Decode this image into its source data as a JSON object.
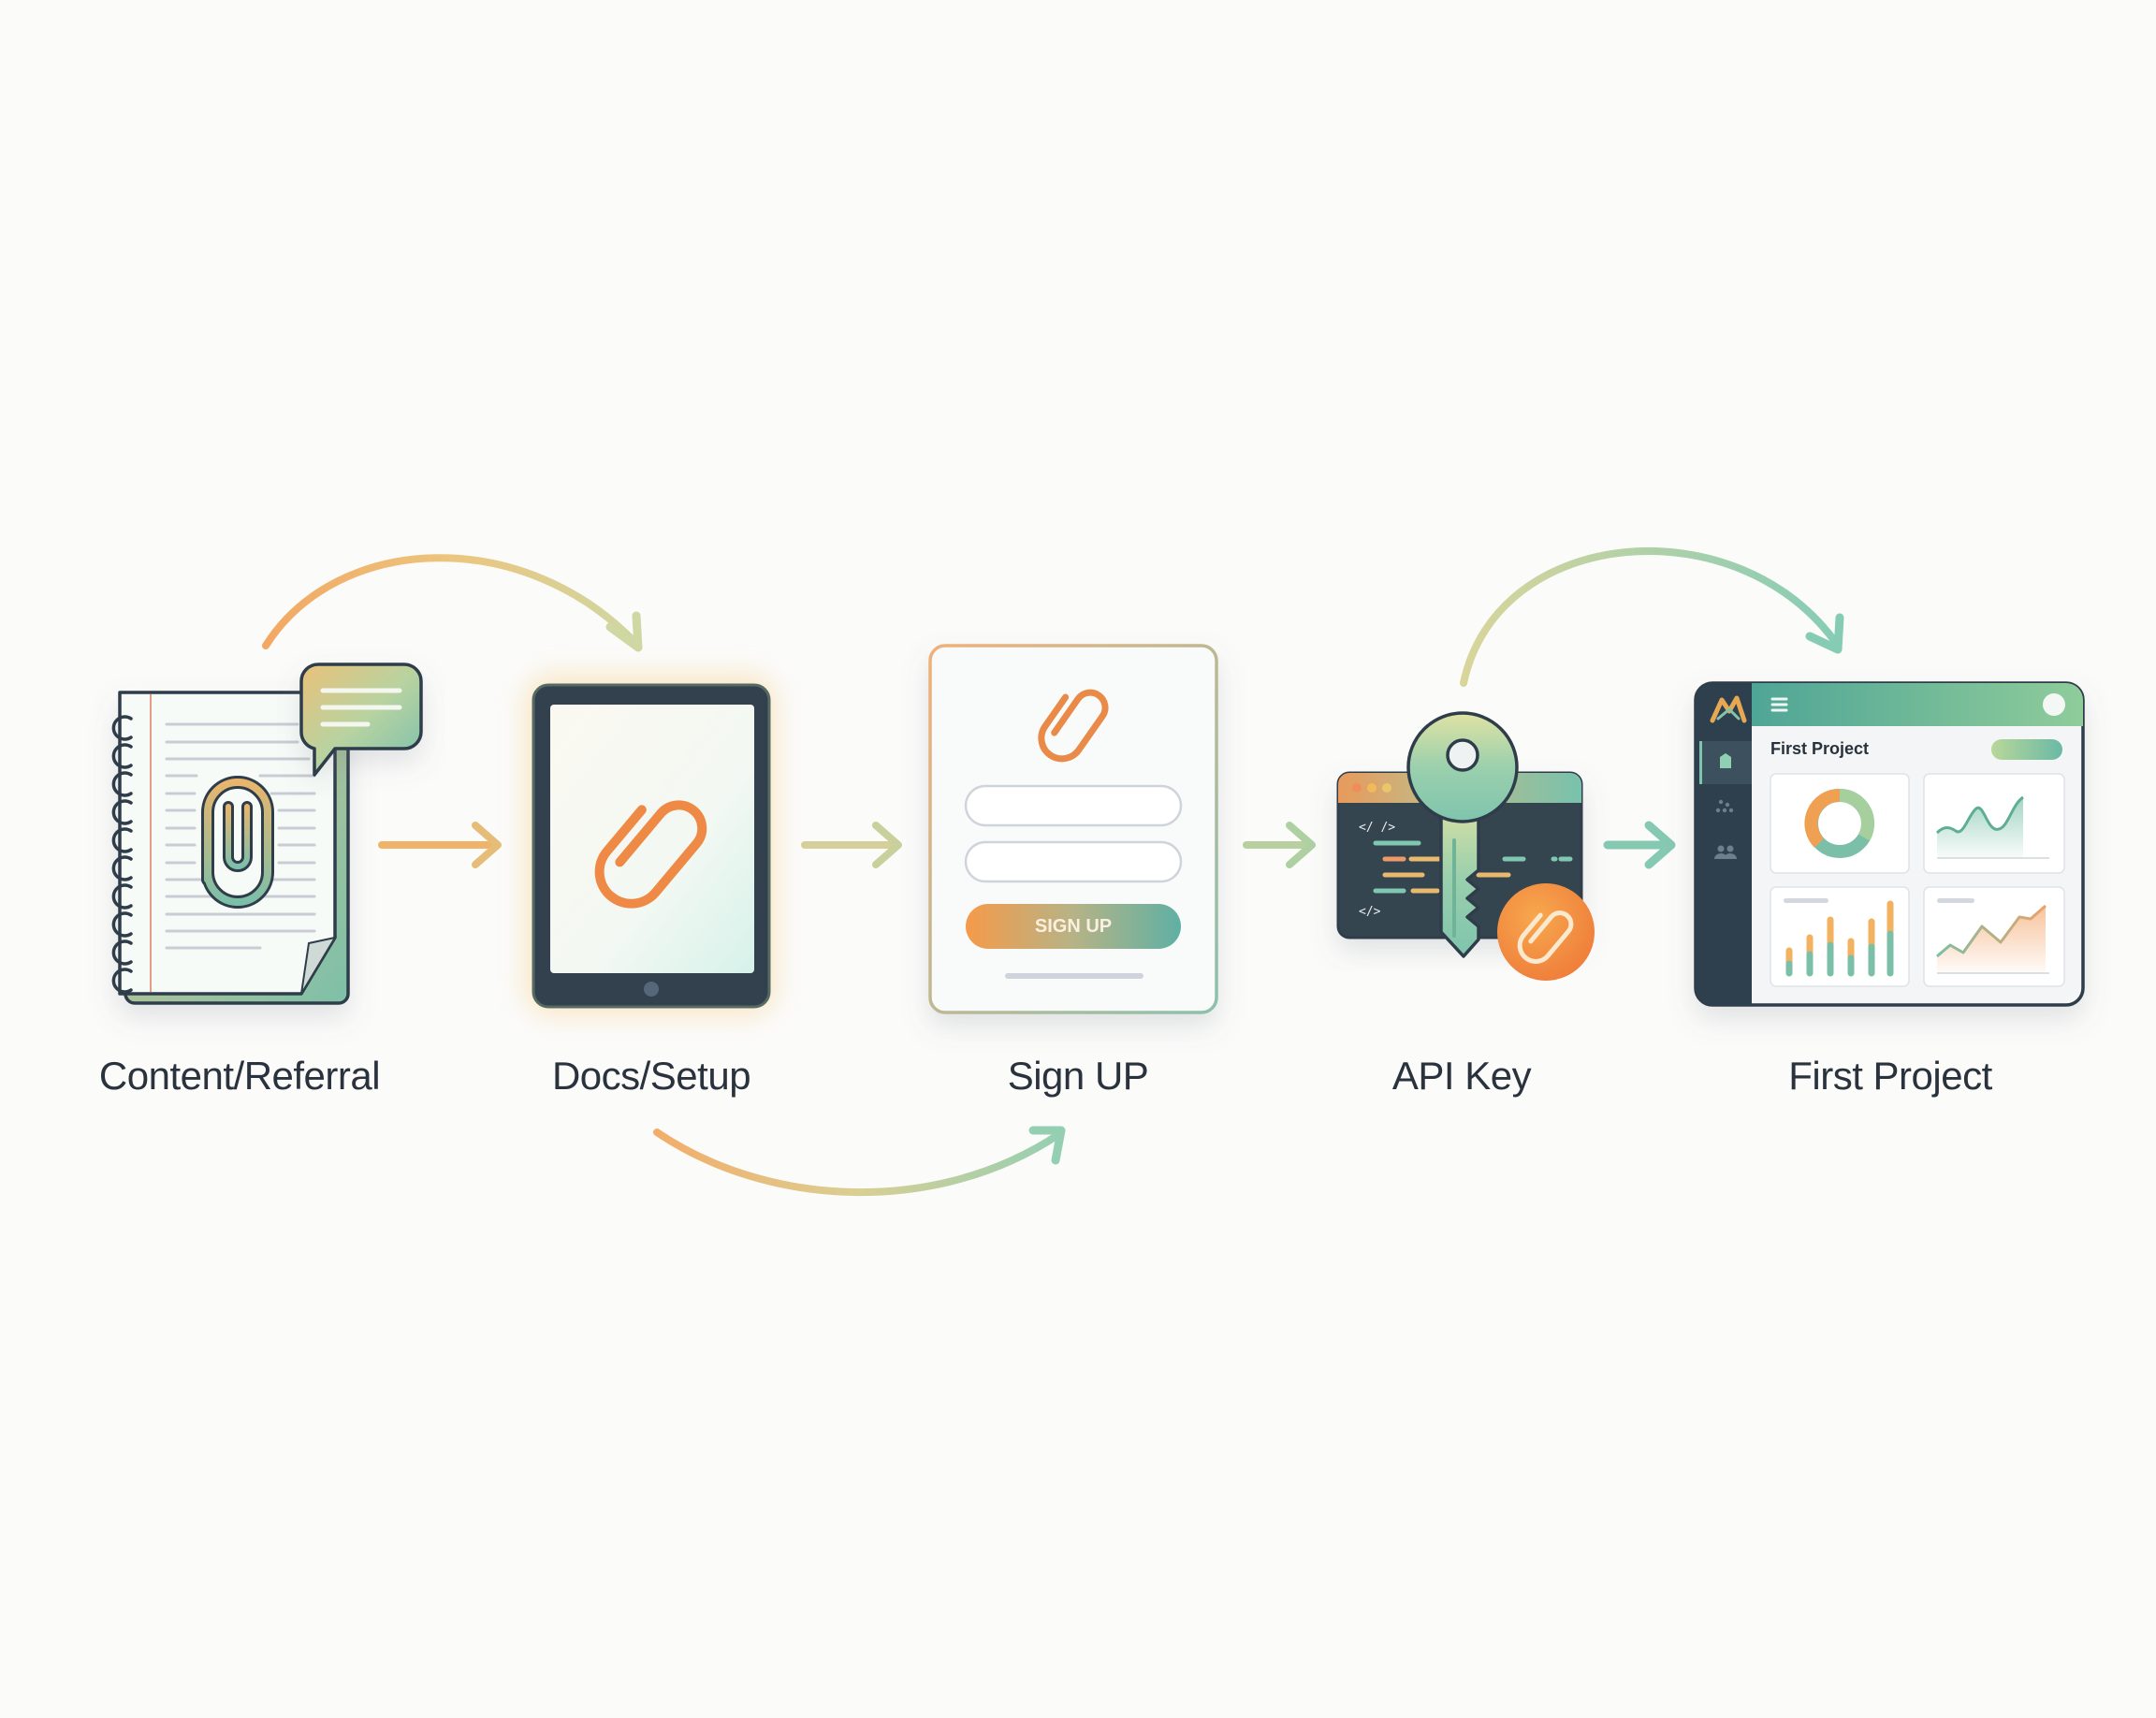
{
  "diagram": {
    "title": "",
    "steps": [
      {
        "id": "content-referral",
        "label": "Content/Referral",
        "icon": "notebook-with-paperclip-and-chat-bubble"
      },
      {
        "id": "docs-setup",
        "label": "Docs/Setup",
        "icon": "tablet-with-paperclip"
      },
      {
        "id": "sign-up",
        "label": "Sign UP",
        "icon": "signup-form-card",
        "form": {
          "button_label": "SIGN UP",
          "fields": 2
        }
      },
      {
        "id": "api-key",
        "label": "API Key",
        "icon": "key-over-code-window"
      },
      {
        "id": "first-project",
        "label": "First Project",
        "icon": "dashboard-window",
        "dashboard": {
          "title": "First Project",
          "widgets": [
            "donut-chart",
            "area-chart",
            "bar-chart",
            "line-area-chart"
          ]
        }
      }
    ],
    "connections": [
      {
        "from": "content-referral",
        "to": "docs-setup",
        "style": "straight-arrow"
      },
      {
        "from": "content-referral",
        "to": "docs-setup",
        "style": "curved-arrow-above"
      },
      {
        "from": "docs-setup",
        "to": "sign-up",
        "style": "straight-arrow"
      },
      {
        "from": "docs-setup",
        "to": "sign-up",
        "style": "curved-arrow-below"
      },
      {
        "from": "sign-up",
        "to": "api-key",
        "style": "straight-arrow"
      },
      {
        "from": "api-key",
        "to": "first-project",
        "style": "straight-arrow"
      },
      {
        "from": "api-key",
        "to": "first-project",
        "style": "curved-arrow-above"
      }
    ],
    "colors": {
      "orange": "#f0a45a",
      "sage": "#cdd49a",
      "teal": "#7fc7b0",
      "dark": "#2f3d4a",
      "text": "#2a323d",
      "background": "#fbfbfa"
    }
  }
}
